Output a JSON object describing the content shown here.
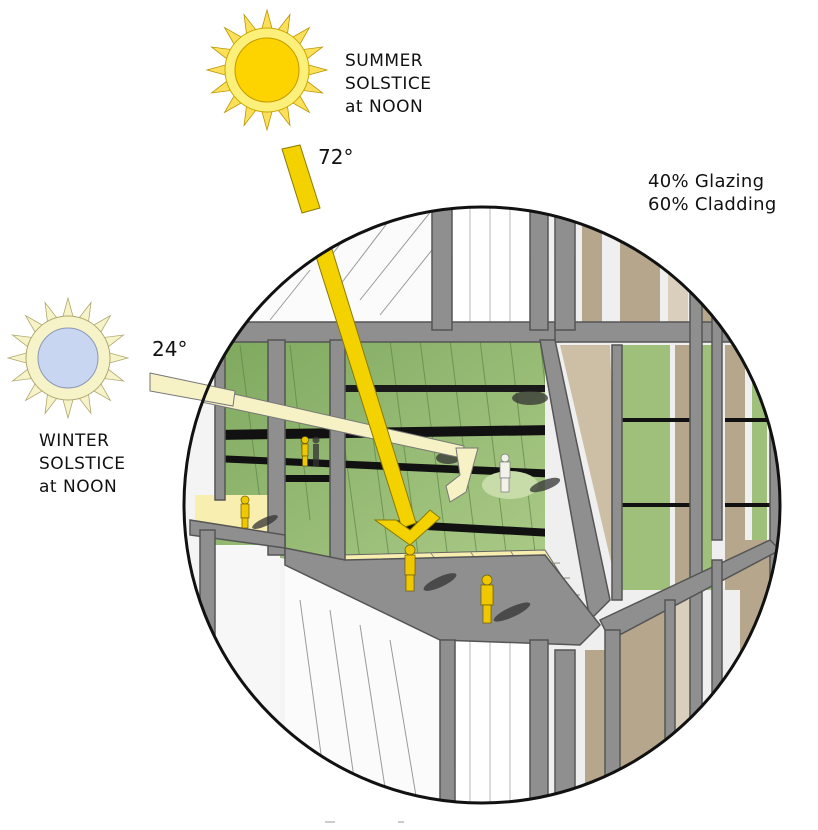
{
  "summer": {
    "label_lines": [
      "SUMMER",
      "SOLSTICE",
      "at NOON"
    ],
    "angle": "72°",
    "sun_color": "#fdd300",
    "ray_color": "#fde05a"
  },
  "winter": {
    "label_lines": [
      "WINTER",
      "SOLSTICE",
      "at NOON"
    ],
    "angle": "24°",
    "sun_color": "#c9d6f2",
    "ray_color": "#f4f0bf"
  },
  "facade": {
    "glazing": "40% Glazing",
    "cladding": "60% Cladding"
  },
  "colors": {
    "frame": "#8f8f8f",
    "frame_dark": "#5f5f5f",
    "atrium_glass": "#8db46d",
    "floor_slab": "#f7eeb0",
    "cladding": "#b6a78c",
    "summer_arrow": "#f3d200",
    "winter_arrow": "#f6f2c6",
    "figure": "#f0c800"
  }
}
